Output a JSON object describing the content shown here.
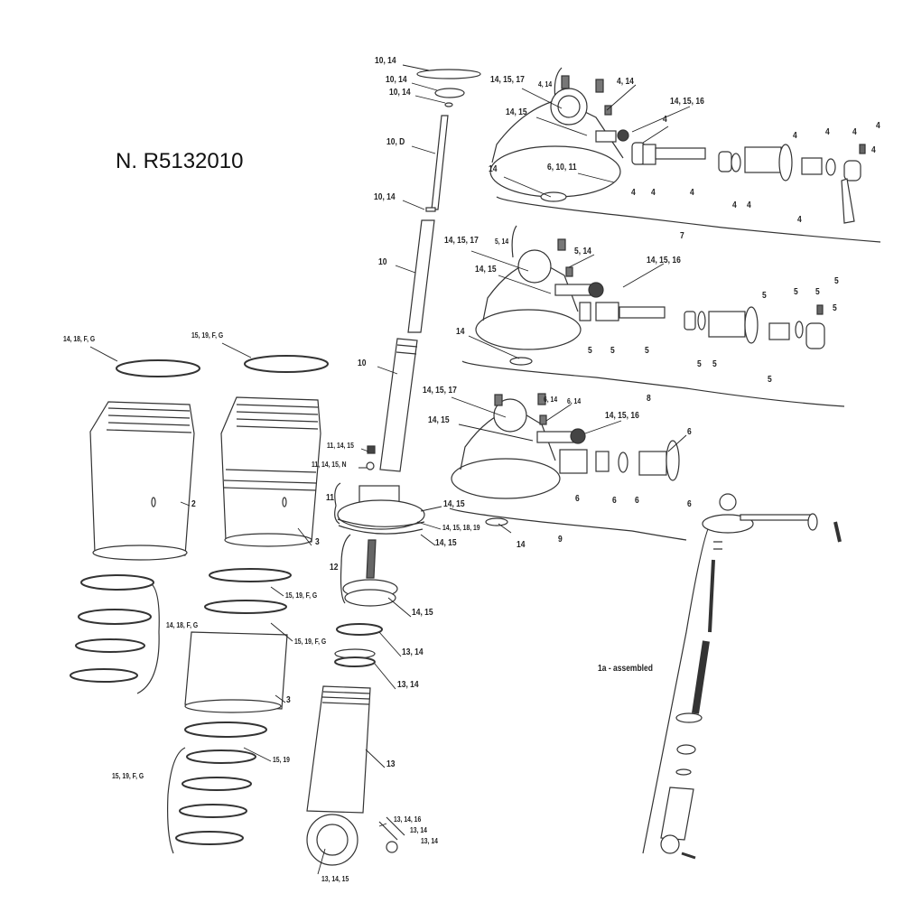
{
  "title": "N. R5132010",
  "assembled_label": "1a - assembled",
  "labels": [
    "10, 14",
    "10, 14",
    "10, 14",
    "10, D",
    "10, 14",
    "10",
    "10",
    "14, 15, 17",
    "4, 14",
    "4, 14",
    "14, 15, 16",
    "14, 15",
    "4",
    "6, 10, 11",
    "14",
    "4",
    "4",
    "4",
    "4",
    "4",
    "4",
    "4",
    "4",
    "4",
    "4",
    "4",
    "7",
    "14, 15, 17",
    "5, 14",
    "5, 14",
    "14, 15, 16",
    "14, 15",
    "14",
    "5",
    "5",
    "5",
    "5",
    "5",
    "5",
    "5",
    "5",
    "5",
    "5",
    "5",
    "8",
    "14, 15, 17",
    "6, 14",
    "6, 14",
    "14, 15",
    "14, 15, 16",
    "6",
    "6",
    "6",
    "6",
    "6",
    "14",
    "9",
    "11, 14, 15",
    "11, 14, 15, N",
    "11",
    "14, 15",
    "14, 15, 18, 19",
    "14, 15",
    "12",
    "14, 15",
    "13, 14",
    "13, 14",
    "13",
    "13, 14, 16",
    "13, 14",
    "13, 14",
    "13, 14, 15",
    "14, 18, F, G",
    "15, 19, F, G",
    "2",
    "3",
    "15, 19, F, G",
    "15, 19, F, G",
    "14, 18, F, G",
    "3",
    "15, 19",
    "15, 19, F, G"
  ]
}
